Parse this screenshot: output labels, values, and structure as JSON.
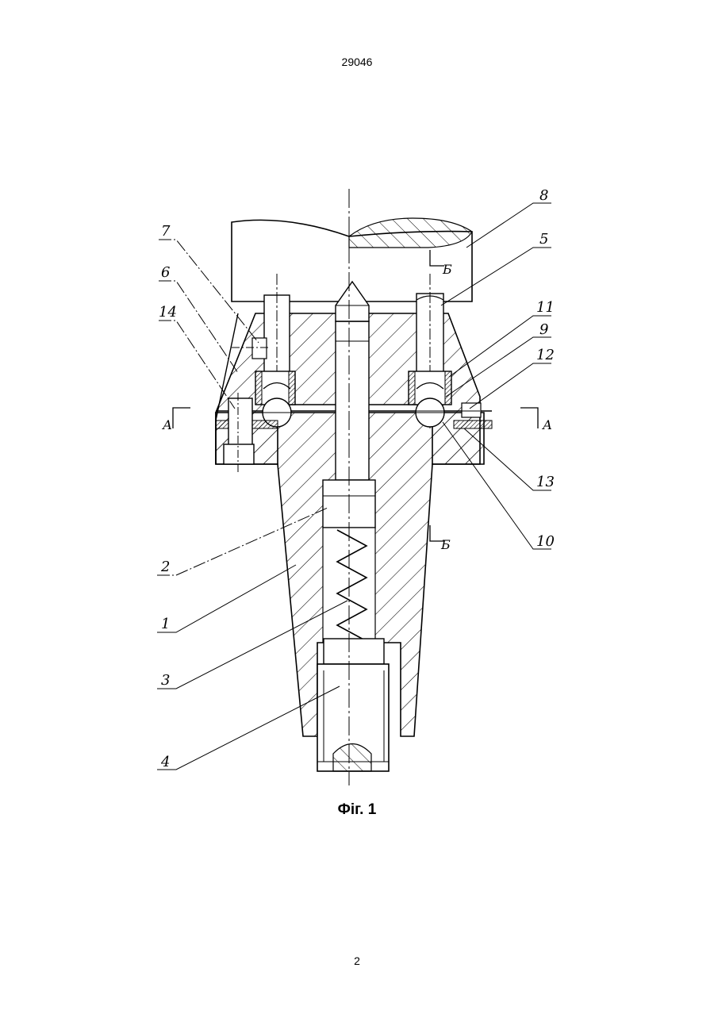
{
  "document": {
    "number": "29046",
    "page": "2",
    "figure_caption": "Фіг. 1"
  },
  "drawing": {
    "callouts": [
      "1",
      "2",
      "3",
      "4",
      "5",
      "6",
      "7",
      "8",
      "9",
      "10",
      "11",
      "12",
      "13",
      "14"
    ],
    "section_markers": {
      "a_left": "А",
      "a_right": "А",
      "b_top": "Б",
      "b_bottom": "Б"
    }
  }
}
